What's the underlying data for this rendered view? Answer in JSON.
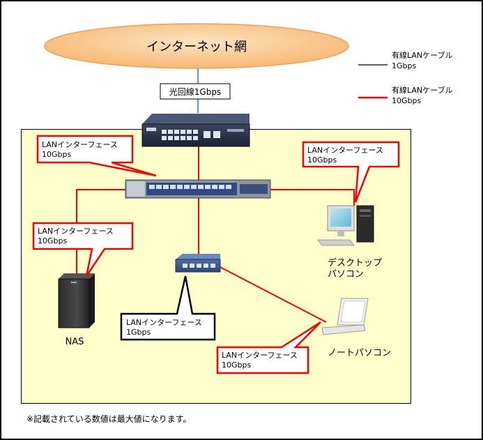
{
  "cloud": {
    "label": "インターネット網"
  },
  "uplink": {
    "label": "光回線1Gbps"
  },
  "legend": [
    {
      "line1": "有線LANケーブル",
      "line2": "1Gbps",
      "color": "#000000"
    },
    {
      "line1": "有線LANケーブル",
      "line2": "10Gbps",
      "color": "#ff0000"
    }
  ],
  "devices": {
    "router": {
      "name": "router"
    },
    "switch10g": {
      "name": "10g-switch"
    },
    "switch1g": {
      "name": "1g-switch"
    },
    "nas": {
      "label": "NAS"
    },
    "desktop": {
      "line1": "デスクトップ",
      "line2": "パソコン"
    },
    "laptop": {
      "label": "ノートパソコン"
    }
  },
  "callouts": {
    "switch": {
      "line1": "LANインターフェース",
      "line2": "10Gbps"
    },
    "desktop": {
      "line1": "LANインターフェース",
      "line2": "10Gbps"
    },
    "nas": {
      "line1": "LANインターフェース",
      "line2": "10Gbps"
    },
    "hub": {
      "line1": "LANインターフェース",
      "line2": "1Gbps"
    },
    "laptop": {
      "line1": "LANインターフェース",
      "line2": "10Gbps"
    }
  },
  "colors": {
    "red": "#ff0000",
    "zone": "#ffffcc",
    "cloud": "#f9c58a",
    "fiber": "#5b9bd5"
  },
  "footnote": "※記載されている数値は最大値になります。"
}
